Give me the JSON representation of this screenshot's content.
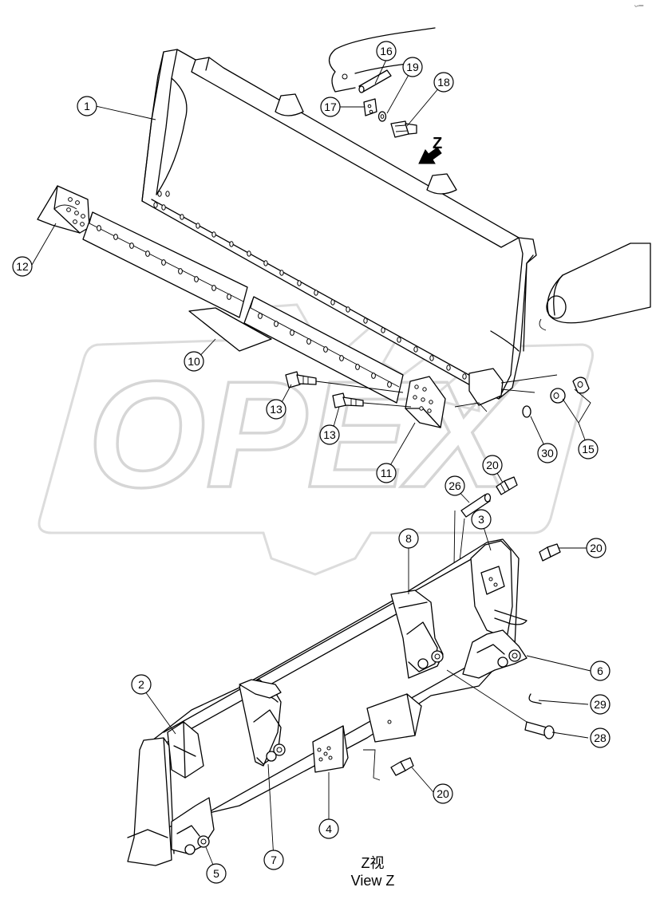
{
  "watermark": {
    "text": "OPEX"
  },
  "corner_mark": "ⁱⁿ⁼⁰⁰⁰",
  "view_marker": {
    "letter": "Z"
  },
  "caption": {
    "line1": "Z视",
    "line2": "View Z"
  },
  "callouts": [
    {
      "id": "c1",
      "label": "1"
    },
    {
      "id": "c2",
      "label": "2"
    },
    {
      "id": "c3",
      "label": "3"
    },
    {
      "id": "c4",
      "label": "4"
    },
    {
      "id": "c5",
      "label": "5"
    },
    {
      "id": "c6",
      "label": "6"
    },
    {
      "id": "c7",
      "label": "7"
    },
    {
      "id": "c8",
      "label": "8"
    },
    {
      "id": "c10",
      "label": "10"
    },
    {
      "id": "c11",
      "label": "11"
    },
    {
      "id": "c12",
      "label": "12"
    },
    {
      "id": "c13a",
      "label": "13"
    },
    {
      "id": "c13b",
      "label": "13"
    },
    {
      "id": "c15",
      "label": "15"
    },
    {
      "id": "c16",
      "label": "16"
    },
    {
      "id": "c17",
      "label": "17"
    },
    {
      "id": "c18",
      "label": "18"
    },
    {
      "id": "c19",
      "label": "19"
    },
    {
      "id": "c20a",
      "label": "20"
    },
    {
      "id": "c20b",
      "label": "20"
    },
    {
      "id": "c20c",
      "label": "20"
    },
    {
      "id": "c26",
      "label": "26"
    },
    {
      "id": "c28",
      "label": "28"
    },
    {
      "id": "c29",
      "label": "29"
    },
    {
      "id": "c30",
      "label": "30"
    }
  ]
}
